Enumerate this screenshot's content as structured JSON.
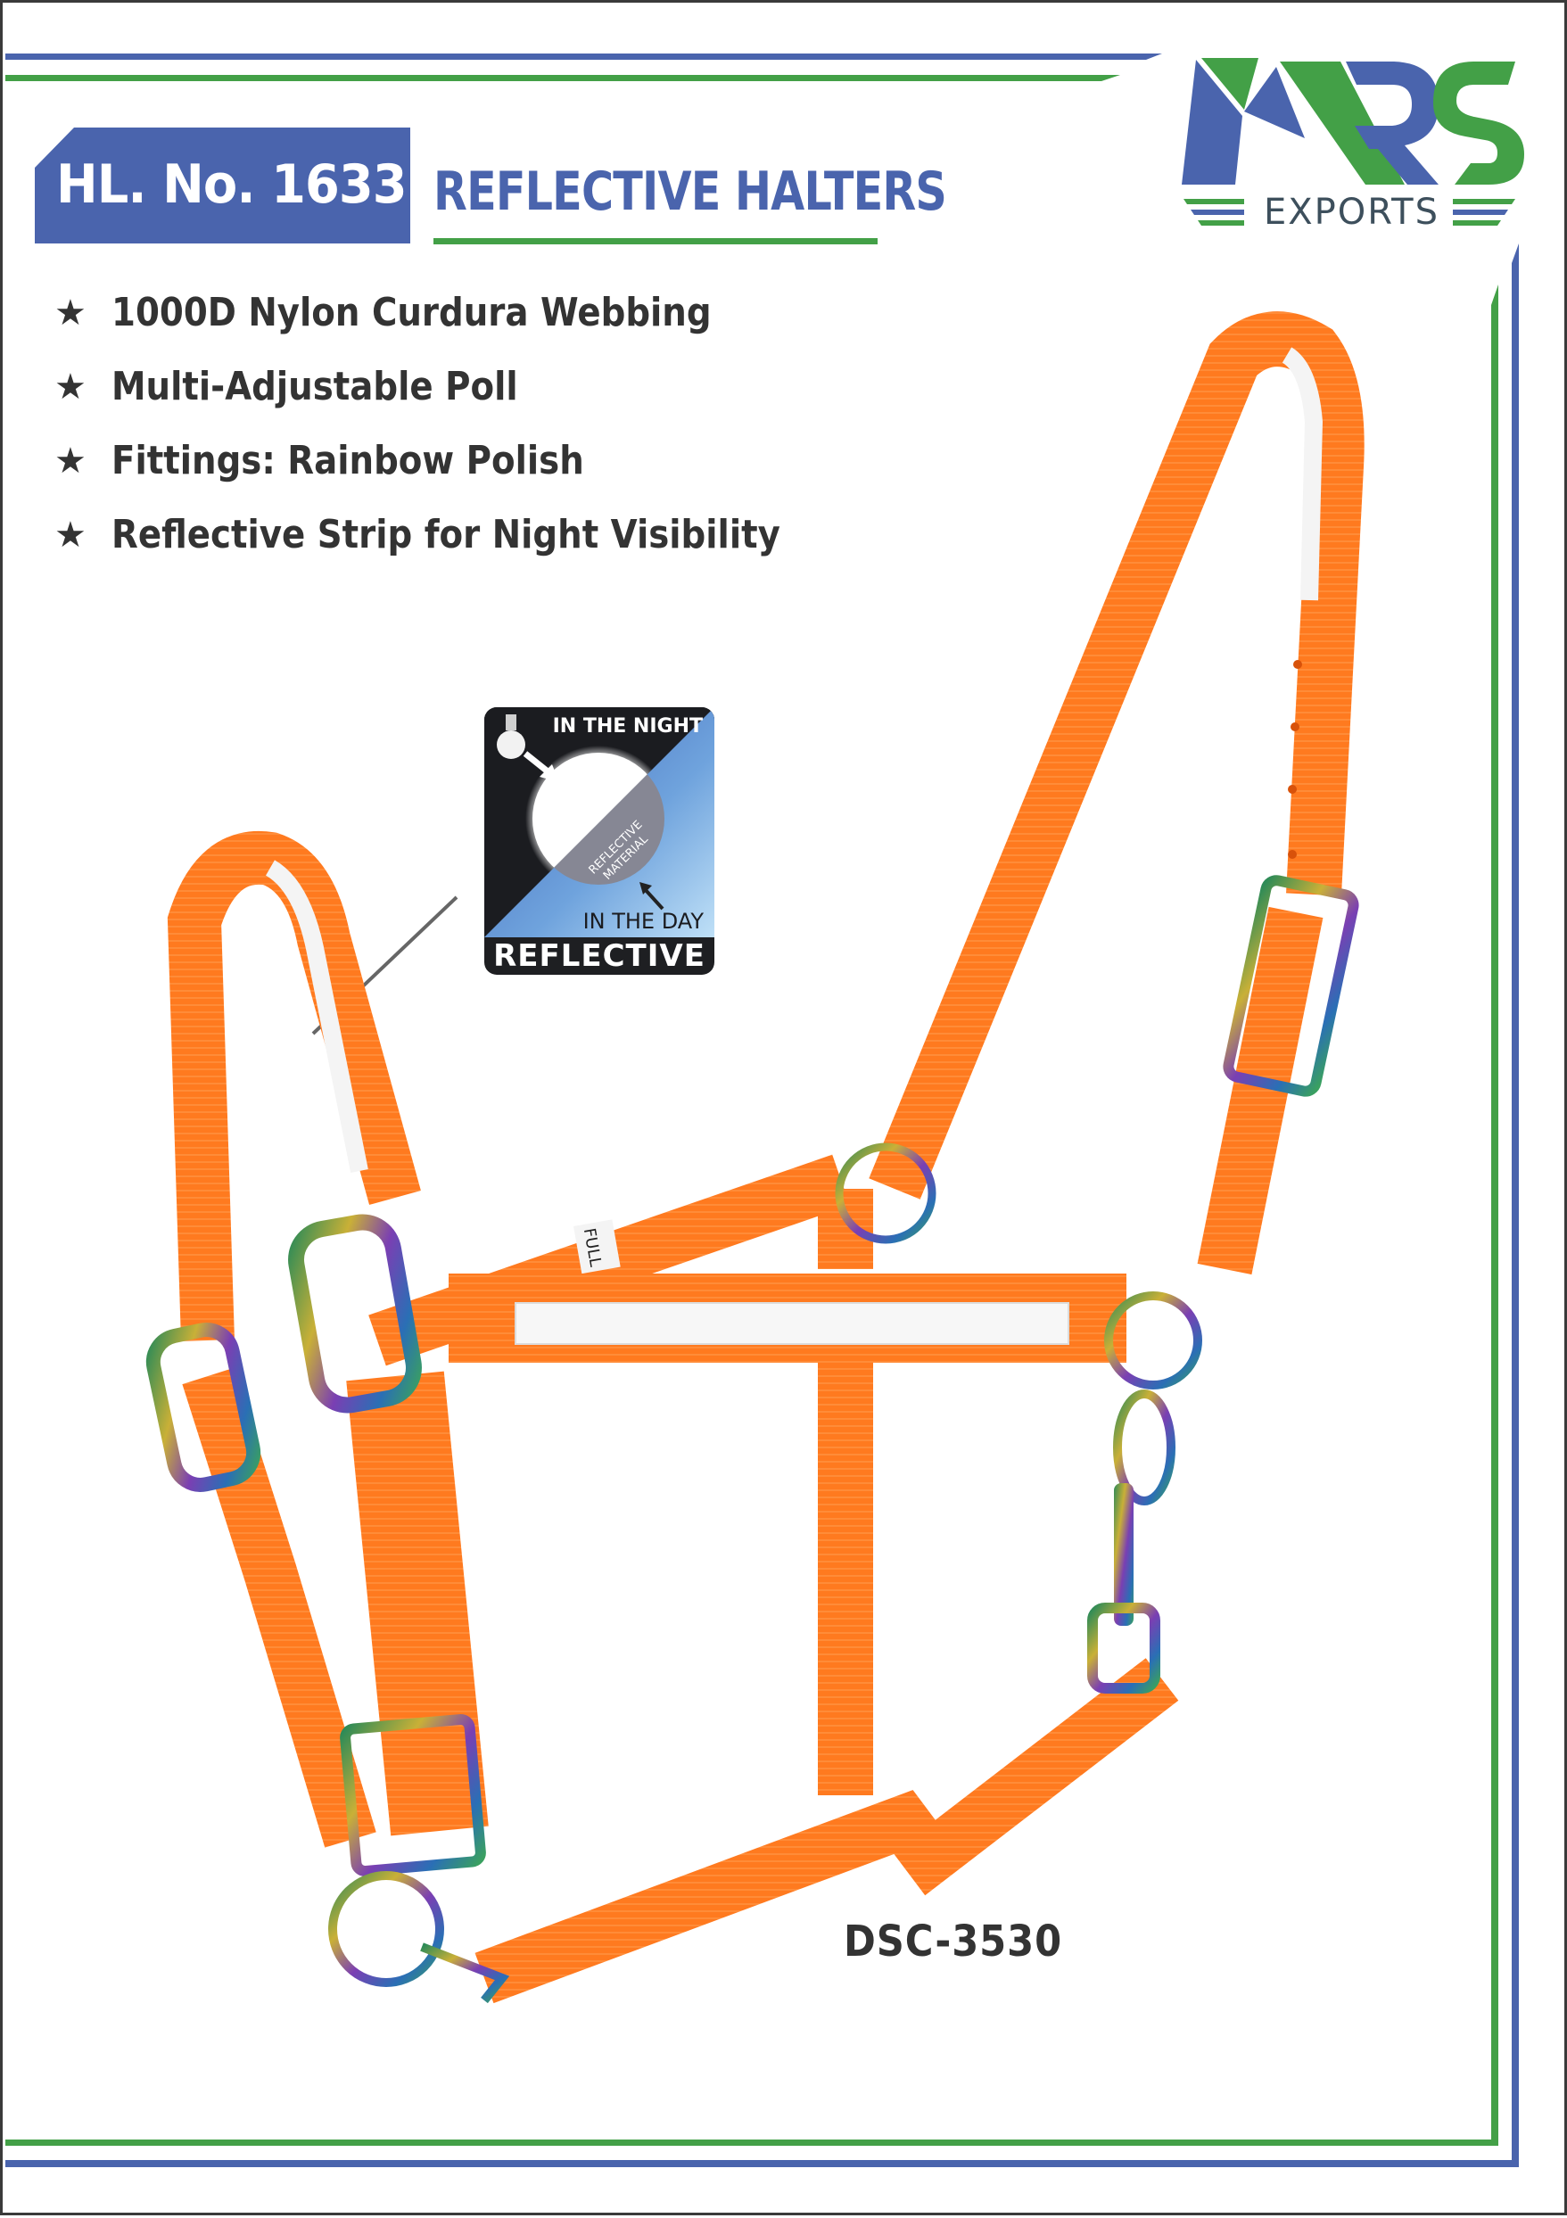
{
  "header": {
    "item_number": "HL. No. 1633",
    "product_title": "REFLECTIVE HALTERS"
  },
  "logo": {
    "mark": "MRS",
    "subtitle": "EXPORTS"
  },
  "features": [
    {
      "icon": "star-icon",
      "text": "1000D Nylon Curdura Webbing"
    },
    {
      "icon": "star-icon",
      "text": "Multi-Adjustable Poll"
    },
    {
      "icon": "star-icon",
      "text": "Fittings: Rainbow Polish"
    },
    {
      "icon": "star-icon",
      "text": "Reflective Strip for Night Visibility"
    }
  ],
  "reflective_badge": {
    "night_label": "IN THE NIGHT",
    "material_label_line1": "REFLECTIVE",
    "material_label_line2": "MATERIAL",
    "day_label": "IN THE DAY",
    "footer_label": "REFLECTIVE"
  },
  "product_tag": "FULL",
  "product_code": "DSC-3530",
  "colors": {
    "brand_blue": "#4a64ad",
    "brand_green": "#43a047",
    "text_dark": "#333333",
    "halter_orange": "#ff7a1f"
  }
}
